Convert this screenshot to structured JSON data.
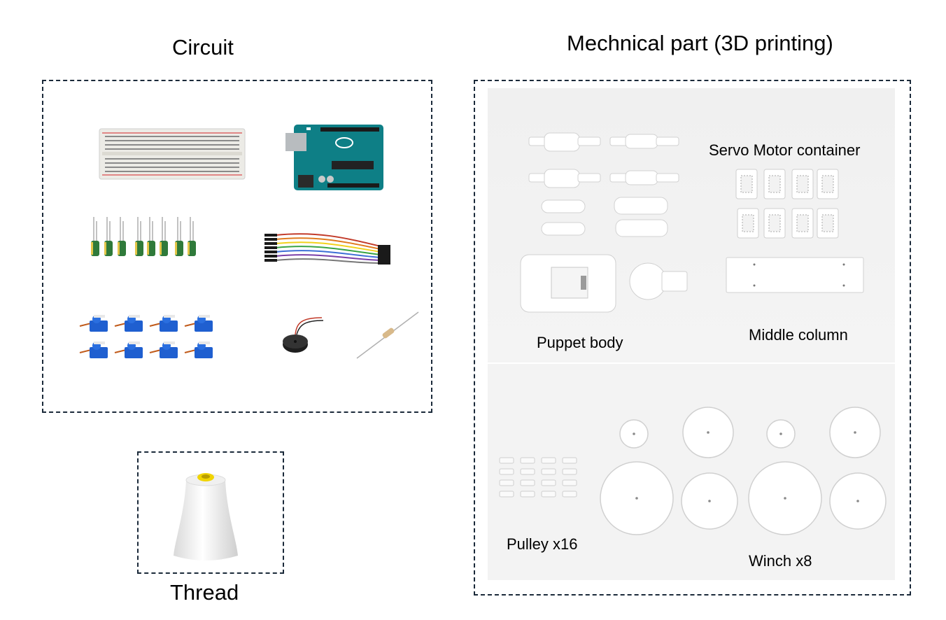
{
  "circuit": {
    "title": "Circuit",
    "items": [
      "breadboard-icon",
      "arduino-board-icon",
      "capacitors-icon",
      "jumper-wires-icon",
      "servo-motors-icon",
      "buzzer-icon",
      "resistor-icon"
    ]
  },
  "thread": {
    "title": "Thread",
    "items": [
      "thread-spool-icon"
    ]
  },
  "mechanical": {
    "title": "Mechnical part (3D printing)",
    "labels": {
      "servo_container": "Servo Motor container",
      "puppet_body": "Puppet body",
      "middle_column": "Middle column",
      "pulley": "Pulley x16",
      "winch": "Winch x8"
    }
  },
  "colors": {
    "dashed_border": "#1b2a3a",
    "panel_bg": "#f2f2f2",
    "part_white": "#ffffff",
    "arduino_teal": "#0e7f86",
    "servo_blue": "#1f5fd0",
    "capacitor_green": "#2f7a3a",
    "spool_yellow": "#f1d400"
  }
}
